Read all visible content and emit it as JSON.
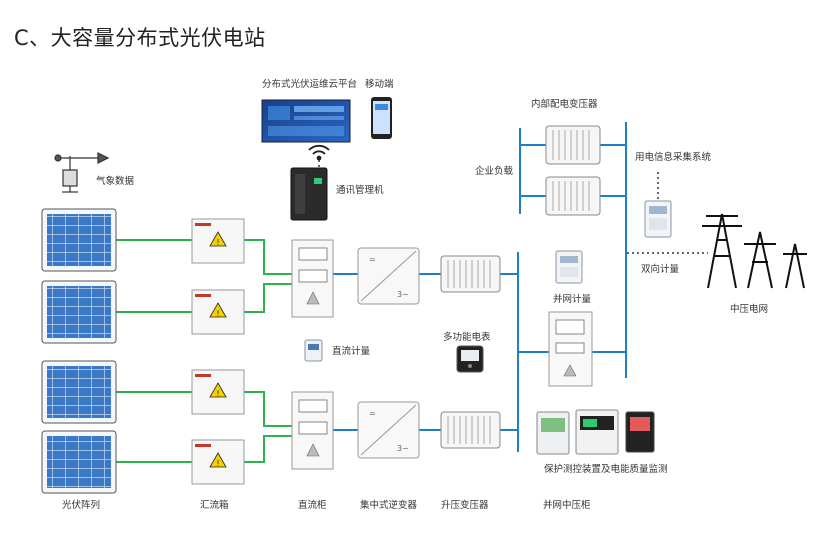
{
  "heading": "C、大容量分布式光伏电站",
  "labels": {
    "platform": "分布式光伏运维云平台",
    "mobile": "移动端",
    "weather": "气象数据",
    "comm": "通讯管理机",
    "pv_array": "光伏阵列",
    "combiner": "汇流箱",
    "dc_cabinet": "直流柜",
    "inverter": "集中式逆变器",
    "step_up": "升压变压器",
    "grid_mv_cabinet": "并网中压柜",
    "dc_meter": "直流计量",
    "multi_meter": "多功能电表",
    "grid_meter": "并网计量",
    "internal_tx": "内部配电变压器",
    "enterprise_load": "企业负载",
    "elec_collect": "用电信息采集系统",
    "bidirectional": "双向计量",
    "mv_grid": "中压电网",
    "protection": "保护测控装置及电能质量监测"
  },
  "colors": {
    "dc_line": "#2db34a",
    "ac_line": "#1e7fc8",
    "dotted": "#333333",
    "panel_blue": "#2f6fb8",
    "warning": "#f5d000"
  }
}
